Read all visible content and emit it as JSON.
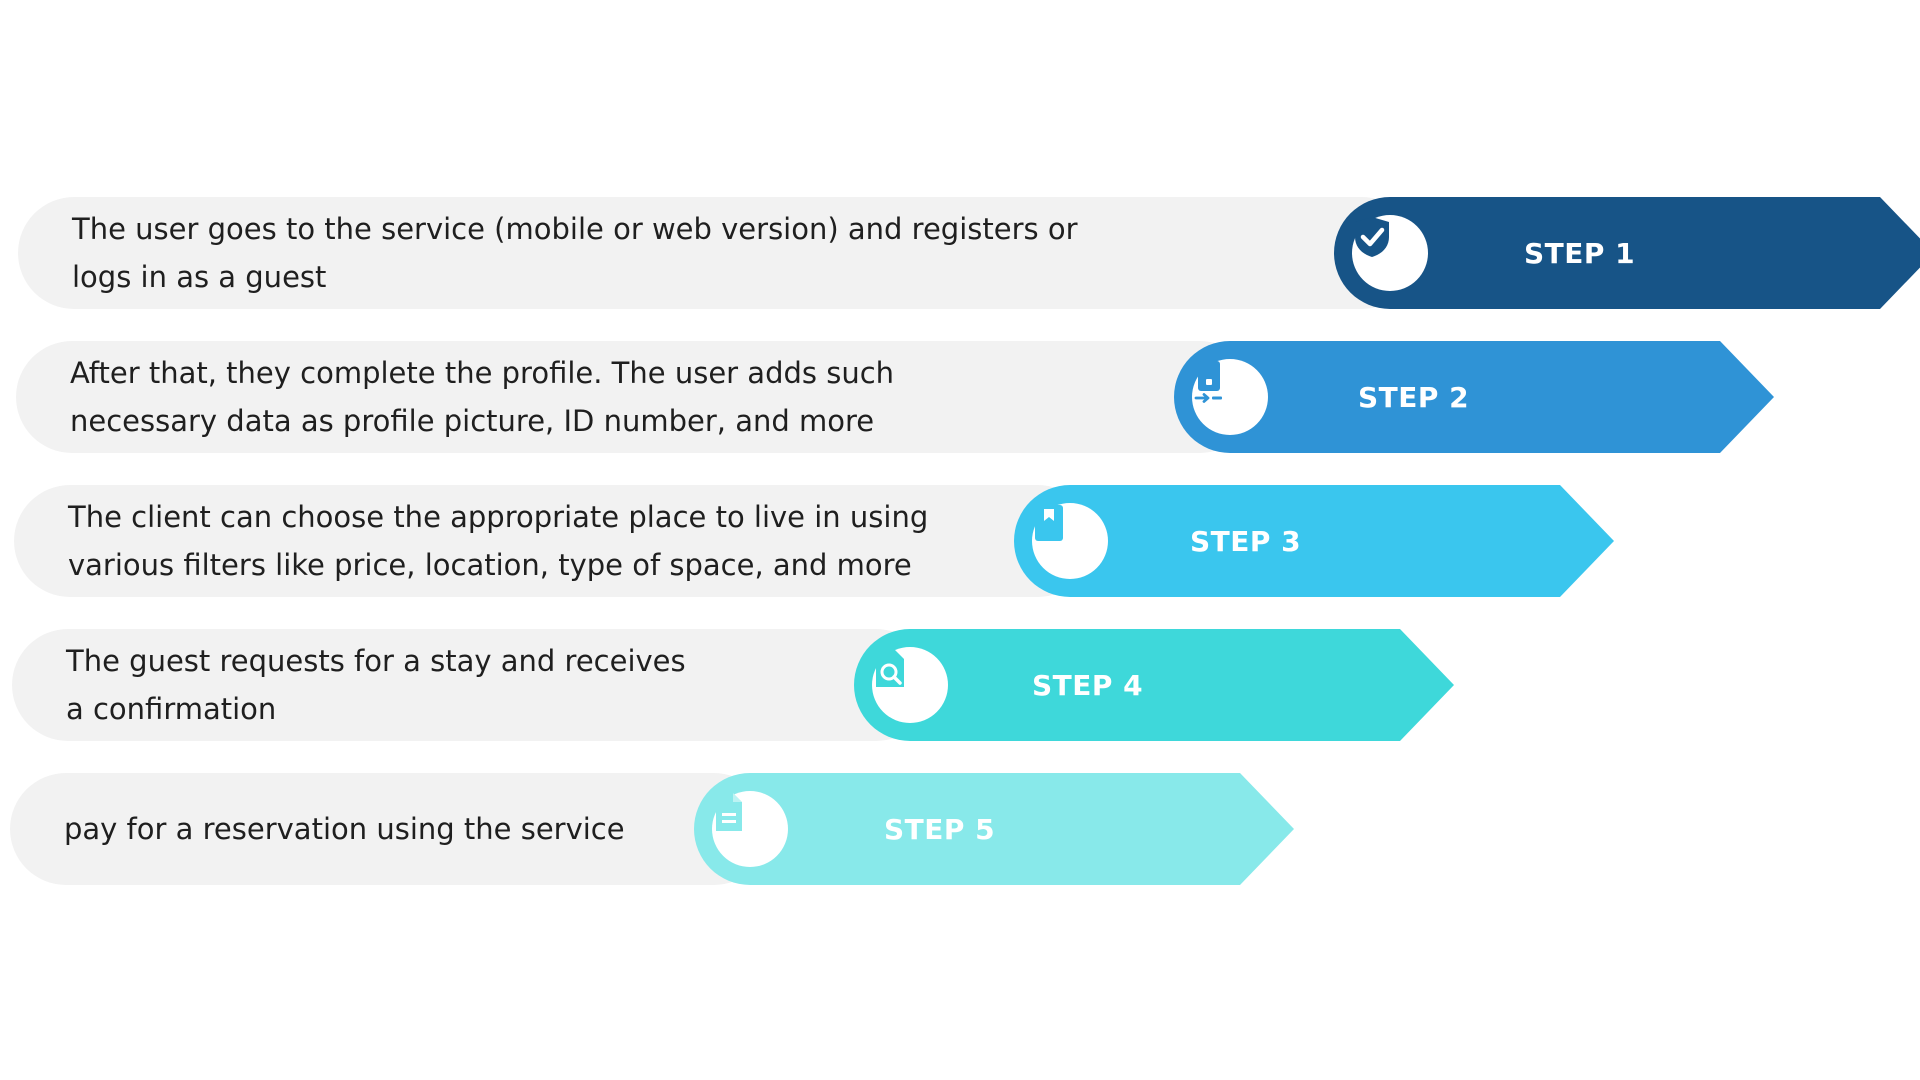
{
  "colors": {
    "row_background": "#f2f2f2",
    "text": "#1f1f1f",
    "step_label": "#ffffff"
  },
  "steps": [
    {
      "label": "STEP 1",
      "text": "The user goes to the service (mobile or web version) and registers or\nlogs in as a guest",
      "icon": "shield-check-icon",
      "color": "#175487"
    },
    {
      "label": "STEP 2",
      "text": "After that, they complete the profile. The user adds such\nnecessary data as profile picture, ID number, and more",
      "icon": "phone-transfer-icon",
      "color": "#2f93d6"
    },
    {
      "label": "STEP 3",
      "text": "The client can choose the appropriate place to live in using\nvarious filters like price, location, type of space, and more",
      "icon": "bookmark-icon",
      "color": "#3ac6ee"
    },
    {
      "label": "STEP 4",
      "text": "The guest requests for a stay and receives\na confirmation",
      "icon": "document-search-icon",
      "color": "#3ed8da"
    },
    {
      "label": "STEP 5",
      "text": "pay for a reservation using the service",
      "icon": "document-icon",
      "color": "#88e9ea"
    }
  ]
}
